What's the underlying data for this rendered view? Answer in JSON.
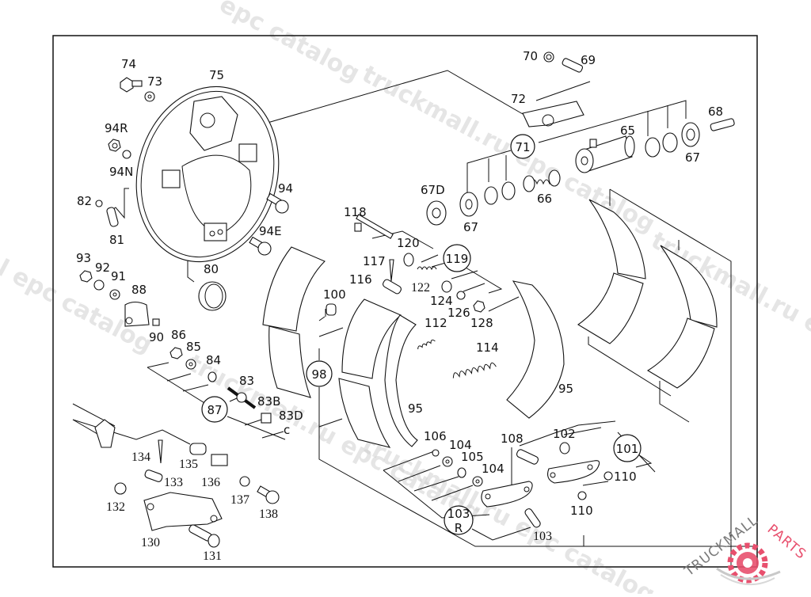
{
  "diagram": {
    "type": "exploded parts diagram",
    "subject": "drum brake assembly",
    "colors": {
      "line": "#111111",
      "background": "#ffffff",
      "watermark": "#cfcfcf",
      "logo_accent": "#e8506e",
      "logo_text": "#777777"
    }
  },
  "watermarks": [
    {
      "text": "epc catalog"
    },
    {
      "text": "truckmall.ru epc catalog"
    },
    {
      "text": "l epc catalog"
    },
    {
      "text": "truckmall.ru epc catalog"
    },
    {
      "text": "truckmall.ru epc catalog"
    },
    {
      "text": "truckmall.ru e"
    }
  ],
  "logo": {
    "text_primary": "TRUCKMALL",
    "text_accent": "PARTS"
  },
  "part_labels": [
    {
      "id": "74",
      "text": "74"
    },
    {
      "id": "73",
      "text": "73"
    },
    {
      "id": "75",
      "text": "75"
    },
    {
      "id": "94R",
      "text": "94R"
    },
    {
      "id": "94N",
      "text": "94N"
    },
    {
      "id": "94",
      "text": "94"
    },
    {
      "id": "94E",
      "text": "94E"
    },
    {
      "id": "82",
      "text": "82"
    },
    {
      "id": "81",
      "text": "81"
    },
    {
      "id": "93",
      "text": "93"
    },
    {
      "id": "92",
      "text": "92"
    },
    {
      "id": "91",
      "text": "91"
    },
    {
      "id": "88",
      "text": "88"
    },
    {
      "id": "80",
      "text": "80"
    },
    {
      "id": "90",
      "text": "90"
    },
    {
      "id": "86",
      "text": "86"
    },
    {
      "id": "85",
      "text": "85"
    },
    {
      "id": "84",
      "text": "84"
    },
    {
      "id": "83",
      "text": "83"
    },
    {
      "id": "83B",
      "text": "83B"
    },
    {
      "id": "83D",
      "text": "83D"
    },
    {
      "id": "c",
      "text": "c"
    },
    {
      "id": "134",
      "text": "134"
    },
    {
      "id": "135",
      "text": "135"
    },
    {
      "id": "133",
      "text": "133"
    },
    {
      "id": "136",
      "text": "136"
    },
    {
      "id": "132",
      "text": "132"
    },
    {
      "id": "137",
      "text": "137"
    },
    {
      "id": "138",
      "text": "138"
    },
    {
      "id": "130",
      "text": "130"
    },
    {
      "id": "131",
      "text": "131"
    },
    {
      "id": "70",
      "text": "70"
    },
    {
      "id": "69",
      "text": "69"
    },
    {
      "id": "72",
      "text": "72"
    },
    {
      "id": "68",
      "text": "68"
    },
    {
      "id": "65",
      "text": "65"
    },
    {
      "id": "67a",
      "text": "67"
    },
    {
      "id": "67D",
      "text": "67D"
    },
    {
      "id": "67b",
      "text": "67"
    },
    {
      "id": "66",
      "text": "66"
    },
    {
      "id": "118",
      "text": "118"
    },
    {
      "id": "120",
      "text": "120"
    },
    {
      "id": "117",
      "text": "117"
    },
    {
      "id": "116",
      "text": "116"
    },
    {
      "id": "122",
      "text": "122"
    },
    {
      "id": "124",
      "text": "124"
    },
    {
      "id": "126",
      "text": "126"
    },
    {
      "id": "128",
      "text": "128"
    },
    {
      "id": "100",
      "text": "100"
    },
    {
      "id": "112",
      "text": "112"
    },
    {
      "id": "114",
      "text": "114"
    },
    {
      "id": "95a",
      "text": "95"
    },
    {
      "id": "95b",
      "text": "95"
    },
    {
      "id": "106",
      "text": "106"
    },
    {
      "id": "104a",
      "text": "104"
    },
    {
      "id": "105",
      "text": "105"
    },
    {
      "id": "104b",
      "text": "104"
    },
    {
      "id": "108",
      "text": "108"
    },
    {
      "id": "102",
      "text": "102"
    },
    {
      "id": "110a",
      "text": "110"
    },
    {
      "id": "110b",
      "text": "110"
    },
    {
      "id": "103",
      "text": "103"
    }
  ],
  "callouts": [
    {
      "id": "71",
      "text": "71"
    },
    {
      "id": "119",
      "text": "119"
    },
    {
      "id": "98",
      "text": "98"
    },
    {
      "id": "87",
      "text": "87"
    },
    {
      "id": "101",
      "text": "101"
    },
    {
      "id": "103R",
      "text": "103",
      "sub": "R"
    }
  ]
}
